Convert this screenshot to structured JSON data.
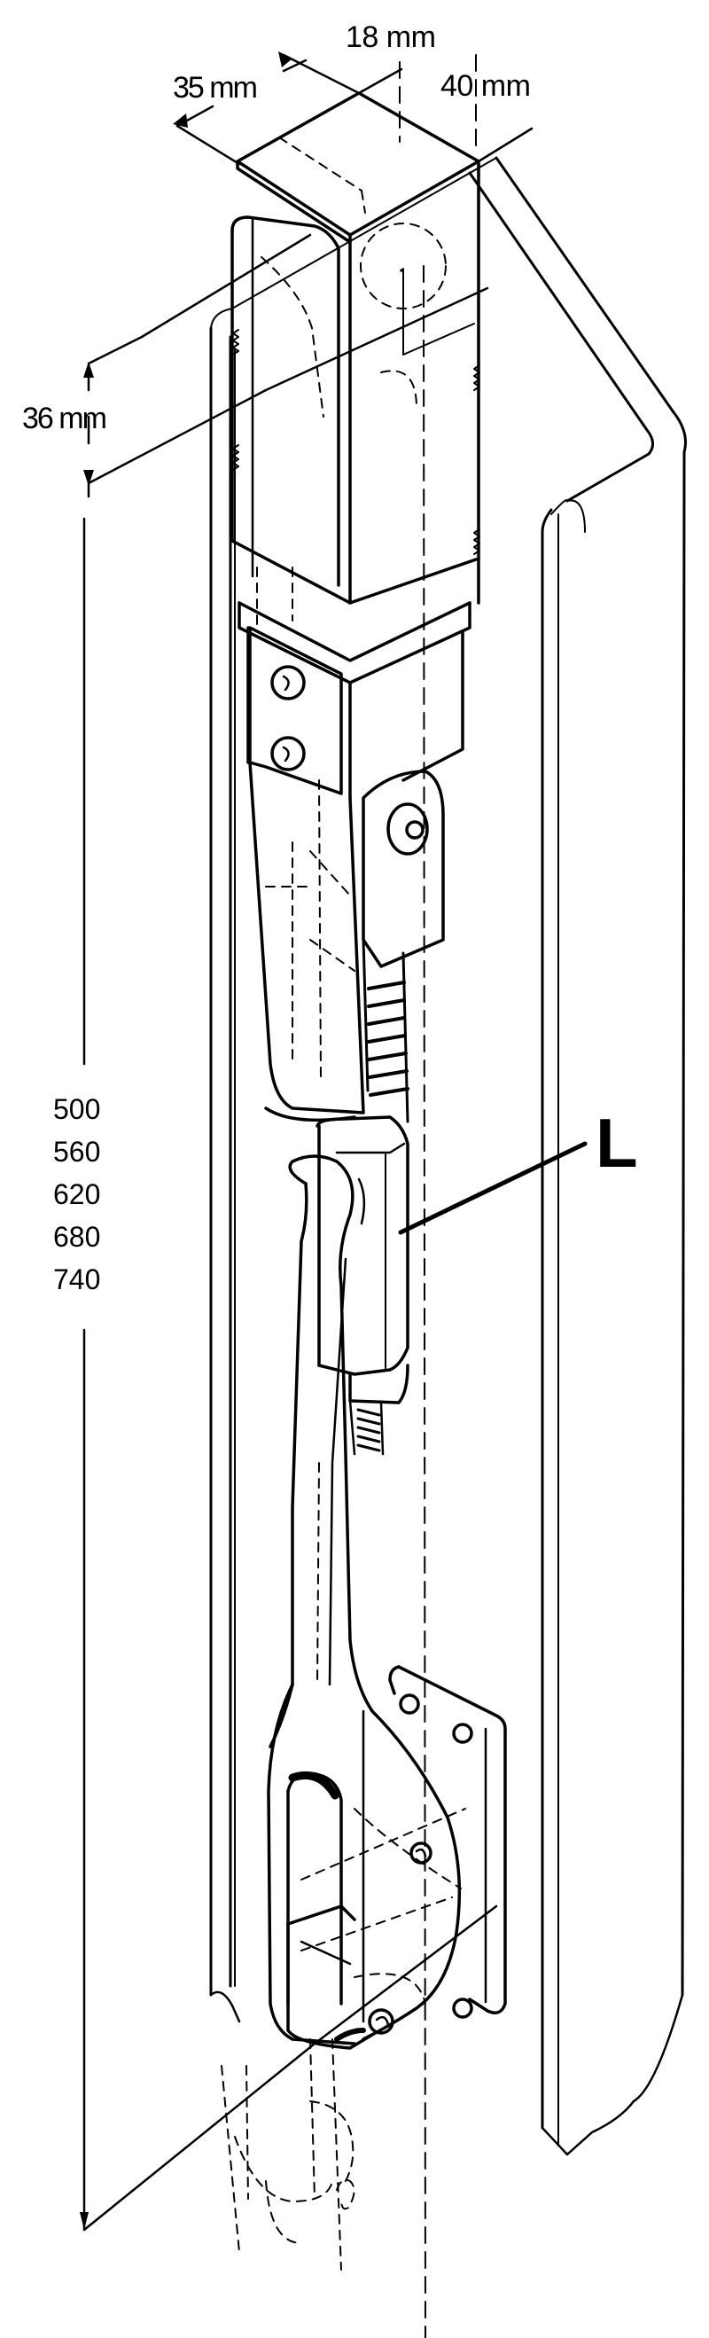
{
  "diagram": {
    "type": "technical-assembly-drawing",
    "subject": "tensioning latch mounted on channel post",
    "colors": {
      "line": "#000000",
      "background": "#ffffff"
    }
  },
  "dimensions": {
    "top_depth": "18 mm",
    "top_width": "40 mm",
    "top_side": "35 mm",
    "offset": "36 mm"
  },
  "length_options": {
    "values": [
      "500",
      "560",
      "620",
      "680",
      "740"
    ]
  },
  "callouts": {
    "adjuster": "L"
  }
}
